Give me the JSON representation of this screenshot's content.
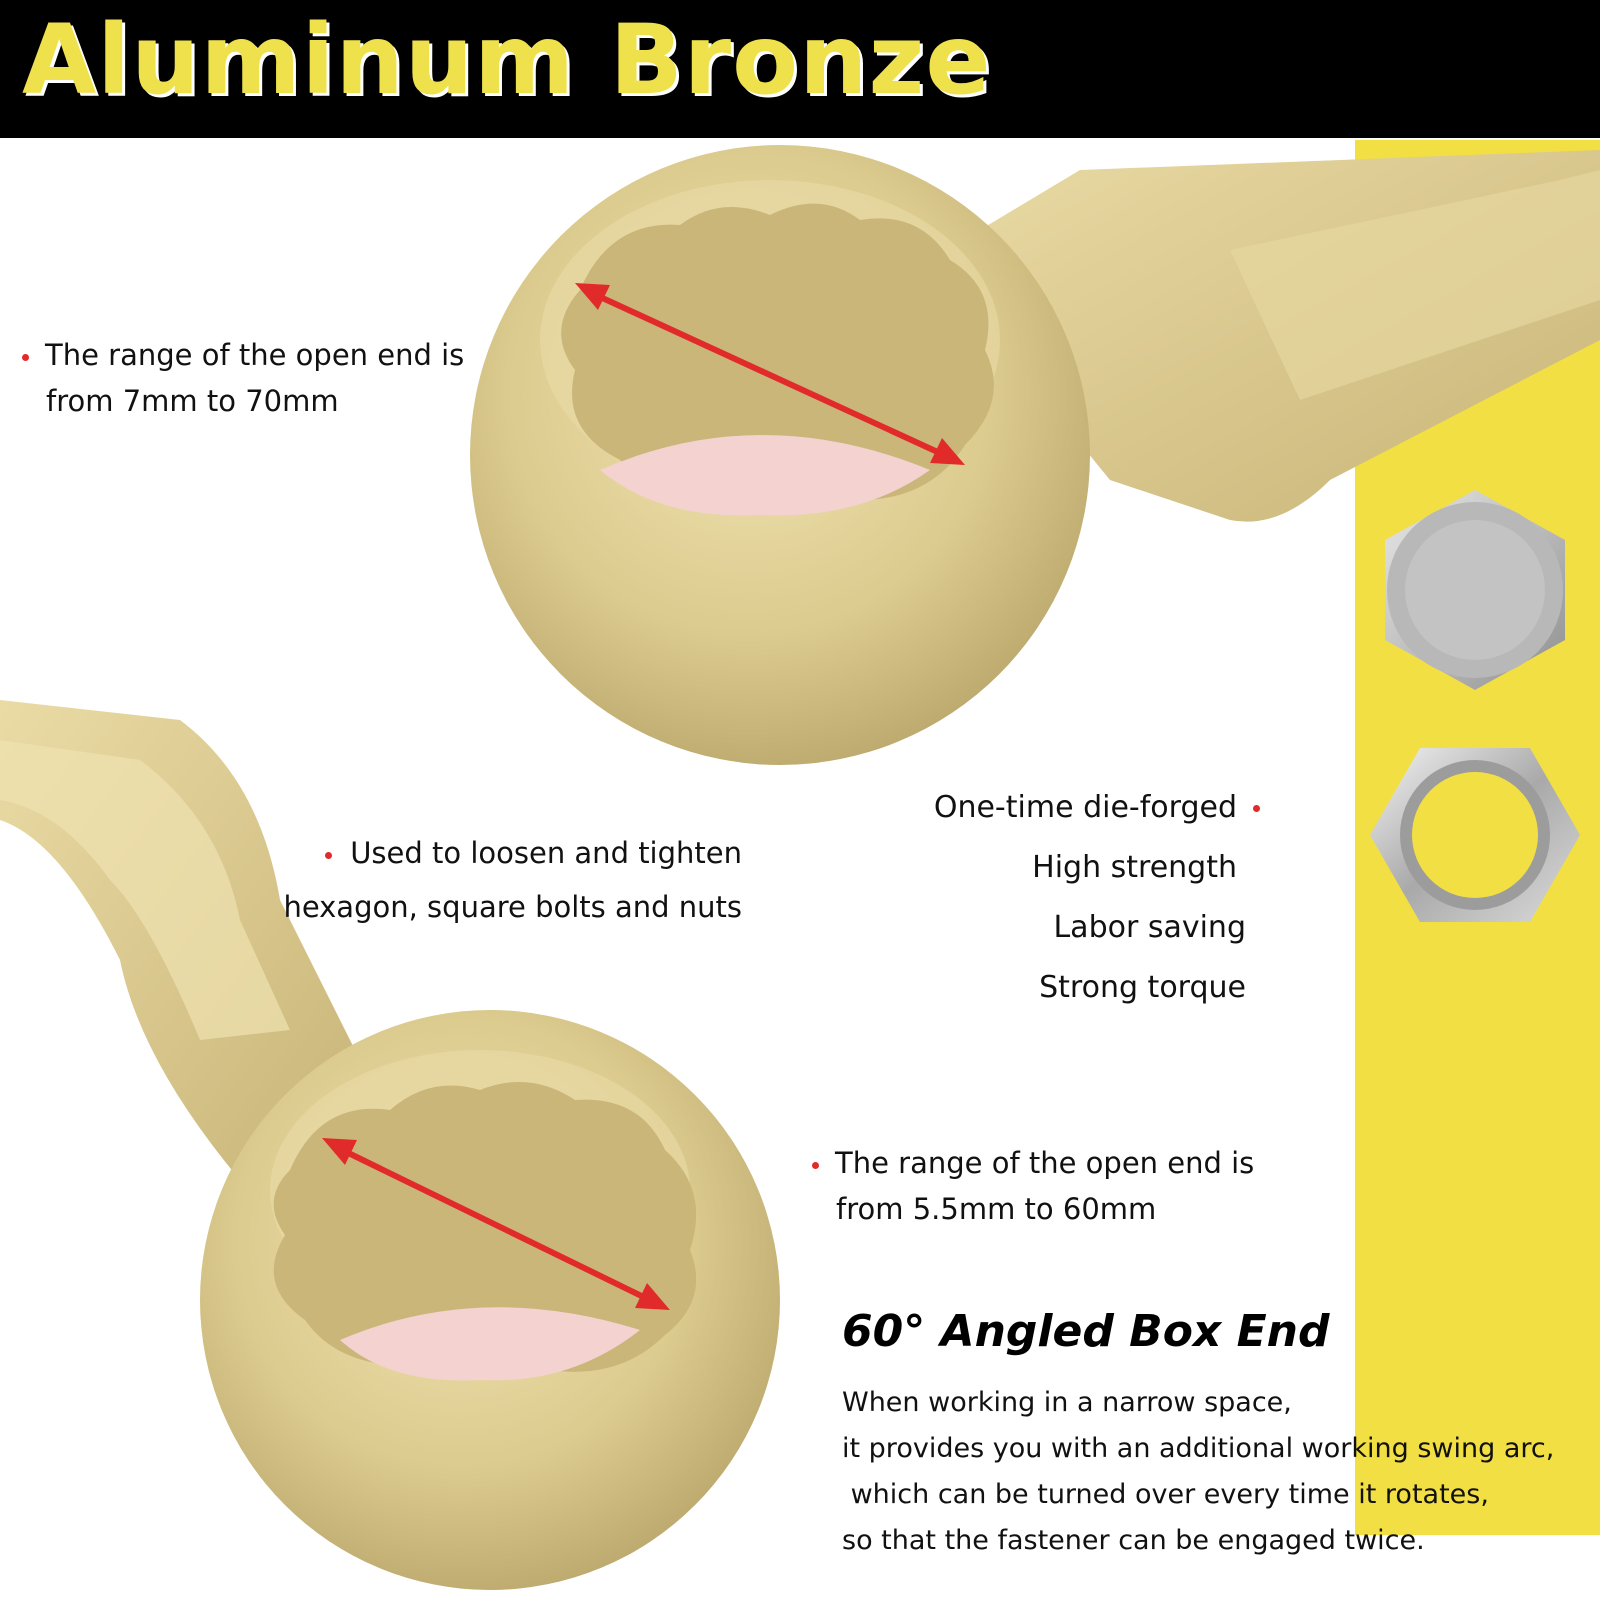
{
  "header": {
    "title": "Aluminum Bronze"
  },
  "colors": {
    "header_bg": "#000000",
    "title_fill": "#eee14b",
    "accent_yellow": "#f2df44",
    "bronze": "#d9c58a",
    "arrow_red": "#e12b2b"
  },
  "callouts": {
    "top_range": [
      "The range of the open end is",
      "from 7mm to 70mm"
    ],
    "usage": [
      "Used to loosen and tighten",
      "hexagon, square bolts and nuts"
    ],
    "features": [
      "One-time die-forged",
      "High strength",
      "Labor saving",
      "Strong torque"
    ],
    "bottom_range": [
      "The range of the open end is",
      "from 5.5mm to 60mm"
    ]
  },
  "feature": {
    "title": "60° Angled Box End",
    "description": [
      "When working in a narrow space,",
      "it provides you with an additional working swing arc,",
      " which can be turned over every time it rotates,",
      "so that the fastener can be engaged twice."
    ]
  },
  "illustrations": {
    "wrench_icon": "box-end-wrench-icon",
    "bolt_head_icon": "hex-bolt-head-icon",
    "nut_icon": "hex-nut-icon",
    "measure_arrow_icon": "double-arrow-icon"
  }
}
